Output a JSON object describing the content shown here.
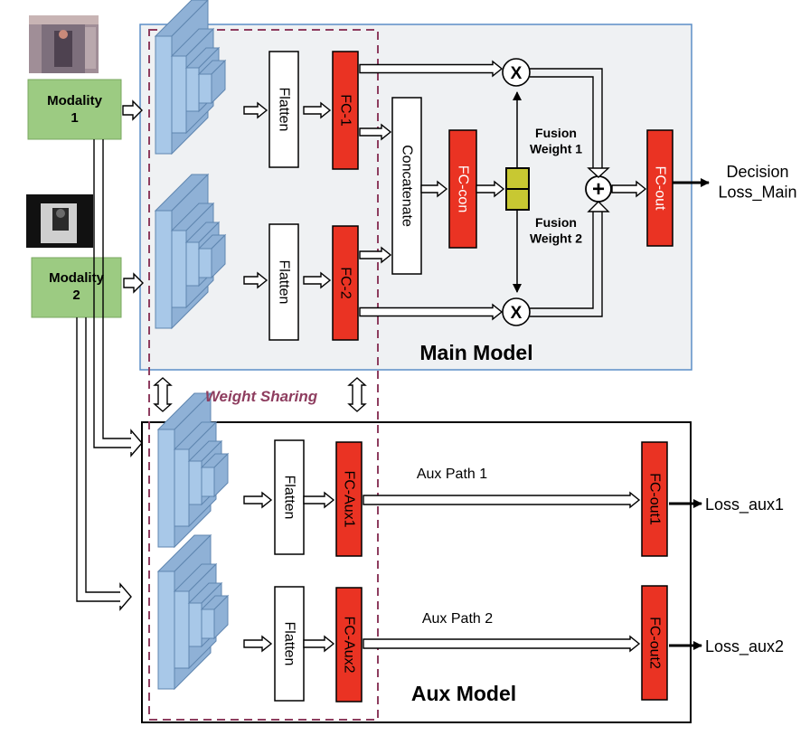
{
  "modalities": [
    "Modality\n1",
    "Modality\n2"
  ],
  "flatten": "Flatten",
  "fc": {
    "fc1": "FC-1",
    "fc2": "FC-2",
    "concat": "Concatenate",
    "fccon": "FC-con",
    "fcout": "FC-out",
    "aux1": "FC-Aux1",
    "aux2": "FC-Aux2",
    "out1": "FC-out1",
    "out2": "FC-out2"
  },
  "fusion": {
    "w1": "Fusion\nWeight 1",
    "w2": "Fusion\nWeight 2"
  },
  "ops": {
    "multiply": "X",
    "add": "+"
  },
  "outputs": {
    "decision": "Decision\nLoss_Main",
    "aux1": "Loss_aux1",
    "aux2": "Loss_aux2"
  },
  "paths": {
    "p1": "Aux Path 1",
    "p2": "Aux Path 2"
  },
  "models": {
    "main": "Main Model",
    "aux": "Aux Model"
  },
  "sharing": "Weight Sharing",
  "colors": {
    "main_bg": "#eff1f3",
    "main_border": "#5b8ec7",
    "modality_fill": "#9ccb82",
    "fc_red": "#ea3323",
    "weight_yellow": "#c8c832",
    "cnn_front": "#a8c8e8",
    "cnn_side": "#8fb1d6",
    "sharing_purple": "#8e3d5f"
  }
}
